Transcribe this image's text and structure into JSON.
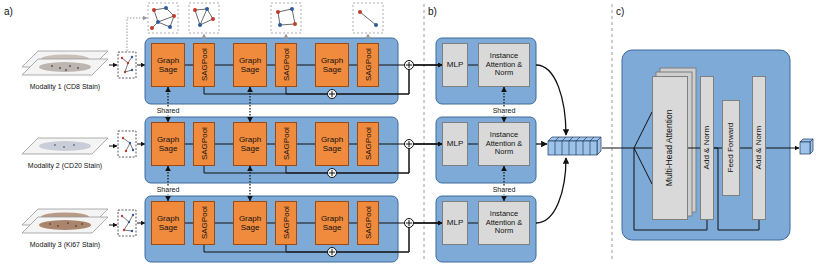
{
  "diagram": {
    "nodes": [
      {
        "text": [
          "Graph Sage"
        ]
      },
      {
        "text": [
          "SAGPool"
        ]
      },
      {
        "text": [
          "Graph Sage"
        ]
      },
      {
        "text": [
          "SAGPool"
        ]
      },
      {
        "text": [
          "Graph Sage"
        ]
      },
      {
        "text": [
          "SAGPool"
        ]
      },
      {
        "text": [
          "Graph Sage"
        ]
      },
      {
        "text": [
          "SAGPool"
        ]
      },
      {
        "text": [
          "Graph Sage"
        ]
      },
      {
        "text": [
          "SAGPool"
        ]
      },
      {
        "text": [
          "Graph Sage"
        ]
      },
      {
        "text": [
          "SAGPool"
        ]
      },
      {
        "text": [
          "Graph Sage"
        ]
      },
      {
        "text": [
          "SAGPool"
        ]
      },
      {
        "text": [
          "Graph Sage"
        ]
      },
      {
        "text": [
          "SAGPool"
        ]
      },
      {
        "text": [
          "Graph Sage"
        ]
      },
      {
        "text": [
          "SAGPool"
        ]
      },
      {
        "text": [
          "MLP"
        ]
      },
      {
        "text": [
          "Instance Attention & Norm"
        ]
      },
      {
        "text": [
          "MLP"
        ]
      },
      {
        "text": [
          "Instance Attention & Norm"
        ]
      },
      {
        "text": [
          "MLP"
        ]
      },
      {
        "text": [
          "Instance Attention & Norm"
        ]
      },
      {
        "text": [
          "Multi-Head Attention"
        ]
      },
      {
        "text": [
          "Add & Norm"
        ]
      },
      {
        "text": [
          "Feed Forward"
        ]
      },
      {
        "text": [
          "Add & Norm"
        ]
      }
    ],
    "edges": [
      {
        "from": 0,
        "to": 1,
        "arrow": "none"
      },
      {
        "from": 1,
        "to": 2,
        "arrow": "none"
      },
      {
        "from": 2,
        "to": 3,
        "arrow": "none"
      },
      {
        "from": 3,
        "to": 4,
        "arrow": "none"
      },
      {
        "from": 4,
        "to": 5,
        "arrow": "none"
      },
      {
        "from": 1,
        "to": 18,
        "arrow": "to"
      },
      {
        "from": 3,
        "to": 18,
        "arrow": "to"
      },
      {
        "from": 5,
        "to": 18,
        "arrow": "to"
      },
      {
        "from": 18,
        "to": 19,
        "arrow": "none"
      },
      {
        "from": 6,
        "to": 7,
        "arrow": "none"
      },
      {
        "from": 7,
        "to": 8,
        "arrow": "none"
      },
      {
        "from": 8,
        "to": 9,
        "arrow": "none"
      },
      {
        "from": 9,
        "to": 10,
        "arrow": "none"
      },
      {
        "from": 10,
        "to": 11,
        "arrow": "none"
      },
      {
        "from": 7,
        "to": 20,
        "arrow": "to"
      },
      {
        "from": 9,
        "to": 20,
        "arrow": "to"
      },
      {
        "from": 11,
        "to": 20,
        "arrow": "to"
      },
      {
        "from": 20,
        "to": 21,
        "arrow": "none"
      },
      {
        "from": 12,
        "to": 13,
        "arrow": "none"
      },
      {
        "from": 13,
        "to": 14,
        "arrow": "none"
      },
      {
        "from": 14,
        "to": 15,
        "arrow": "none"
      },
      {
        "from": 15,
        "to": 16,
        "arrow": "none"
      },
      {
        "from": 16,
        "to": 17,
        "arrow": "none"
      },
      {
        "from": 13,
        "to": 22,
        "arrow": "to"
      },
      {
        "from": 15,
        "to": 22,
        "arrow": "to"
      },
      {
        "from": 17,
        "to": 22,
        "arrow": "to"
      },
      {
        "from": 22,
        "to": 23,
        "arrow": "none"
      },
      {
        "from": 0,
        "to": 6,
        "arrow": "both",
        "label": "Shared"
      },
      {
        "from": 2,
        "to": 8,
        "arrow": "both"
      },
      {
        "from": 6,
        "to": 12,
        "arrow": "both",
        "label": "Shared"
      },
      {
        "from": 8,
        "to": 14,
        "arrow": "both"
      },
      {
        "from": 19,
        "to": 21,
        "arrow": "both",
        "label": "Shared"
      },
      {
        "from": 21,
        "to": 23,
        "arrow": "both",
        "label": "Shared"
      },
      {
        "from": 24,
        "to": 25,
        "arrow": "none"
      },
      {
        "from": 25,
        "to": 26,
        "arrow": "none"
      },
      {
        "from": 26,
        "to": 27,
        "arrow": "none"
      },
      {
        "from": 25,
        "to": 27,
        "arrow": "none"
      }
    ],
    "labels": [
      "a)",
      "b)",
      "c)",
      "Modality 1 (CD8 Stain)",
      "Modality 2 (CD20 Stain)",
      "Modality 3 (Ki67 Stain)"
    ]
  }
}
